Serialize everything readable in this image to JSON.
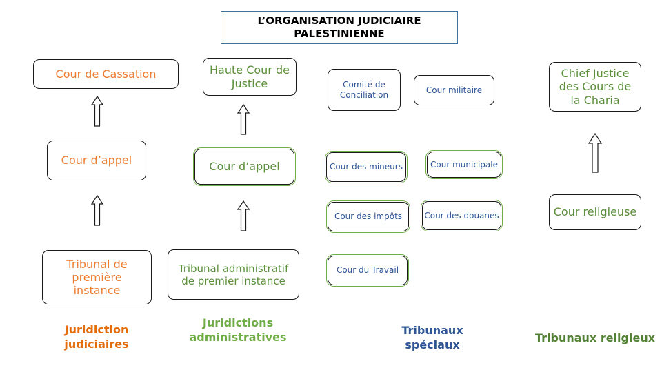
{
  "title": {
    "line1": "L’ORGANISATION JUDICIAIRE",
    "line2": "PALESTINIENNE"
  },
  "judiciaire": {
    "cassation": "Cour de Cassation",
    "appel": "Cour d’appel",
    "premiere": "Tribunal de première instance",
    "caption": "Juridiction judiciaires"
  },
  "administratif": {
    "haute_cour": "Haute Cour de Justice",
    "appel": "Cour d’appel",
    "premier": "Tribunal administratif de premier instance",
    "caption": "Juridictions administratives"
  },
  "speciaux": {
    "conciliation": "Comité de Conciliation",
    "militaire": "Cour militaire",
    "mineurs": "Cour des mineurs",
    "municipale": "Cour municipale",
    "impots": "Cour des impôts",
    "douanes": "Cour des douanes",
    "travail": "Cour du Travail",
    "caption": "Tribunaux spéciaux"
  },
  "religieux": {
    "chief": "Chief Justice des Cours de la Charia",
    "religieuse": "Cour religieuse",
    "caption": "Tribunaux religieux"
  },
  "colors": {
    "orange": "#ed7d31",
    "green": "#5b8f3a",
    "blue": "#2f5597",
    "border": "#1a1a1a"
  }
}
